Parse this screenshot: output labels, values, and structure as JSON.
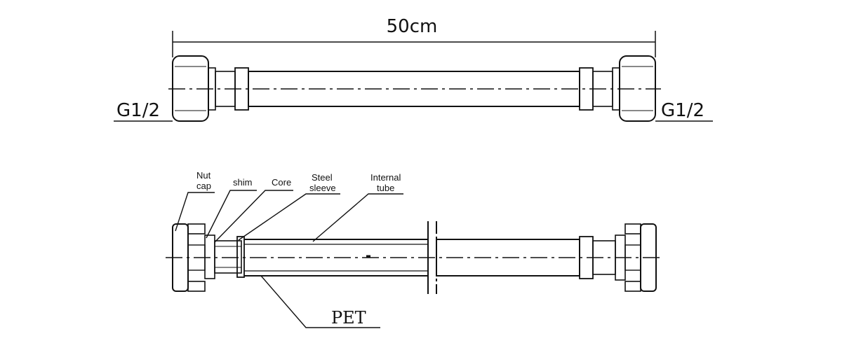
{
  "top_view": {
    "length_label": "50cm",
    "left_thread": "G1/2",
    "right_thread": "G1/2"
  },
  "section_view": {
    "labels": {
      "nut_cap": [
        "Nut",
        "cap"
      ],
      "shim": "shim",
      "core": "Core",
      "steel_sleeve": [
        "Steel",
        "sleeve"
      ],
      "internal_tube": [
        "Internal",
        "tube"
      ],
      "pet": "PET"
    }
  }
}
